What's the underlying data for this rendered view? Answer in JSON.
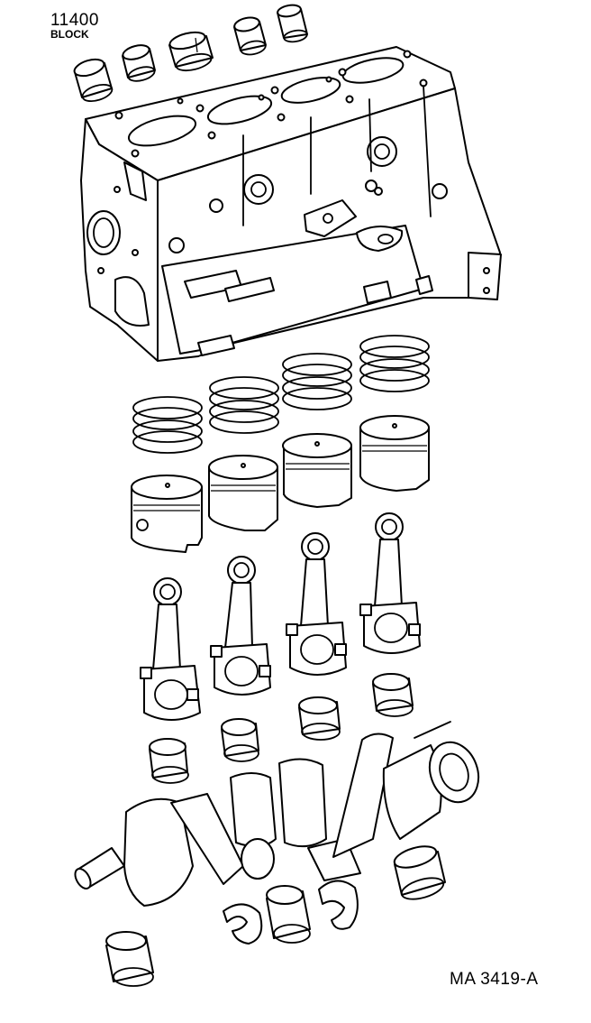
{
  "header": {
    "part_number": "11400",
    "part_name": "BLOCK"
  },
  "footer": {
    "figure_id": "MA 3419-A"
  },
  "colors": {
    "line": "#000000",
    "background": "#ffffff"
  }
}
